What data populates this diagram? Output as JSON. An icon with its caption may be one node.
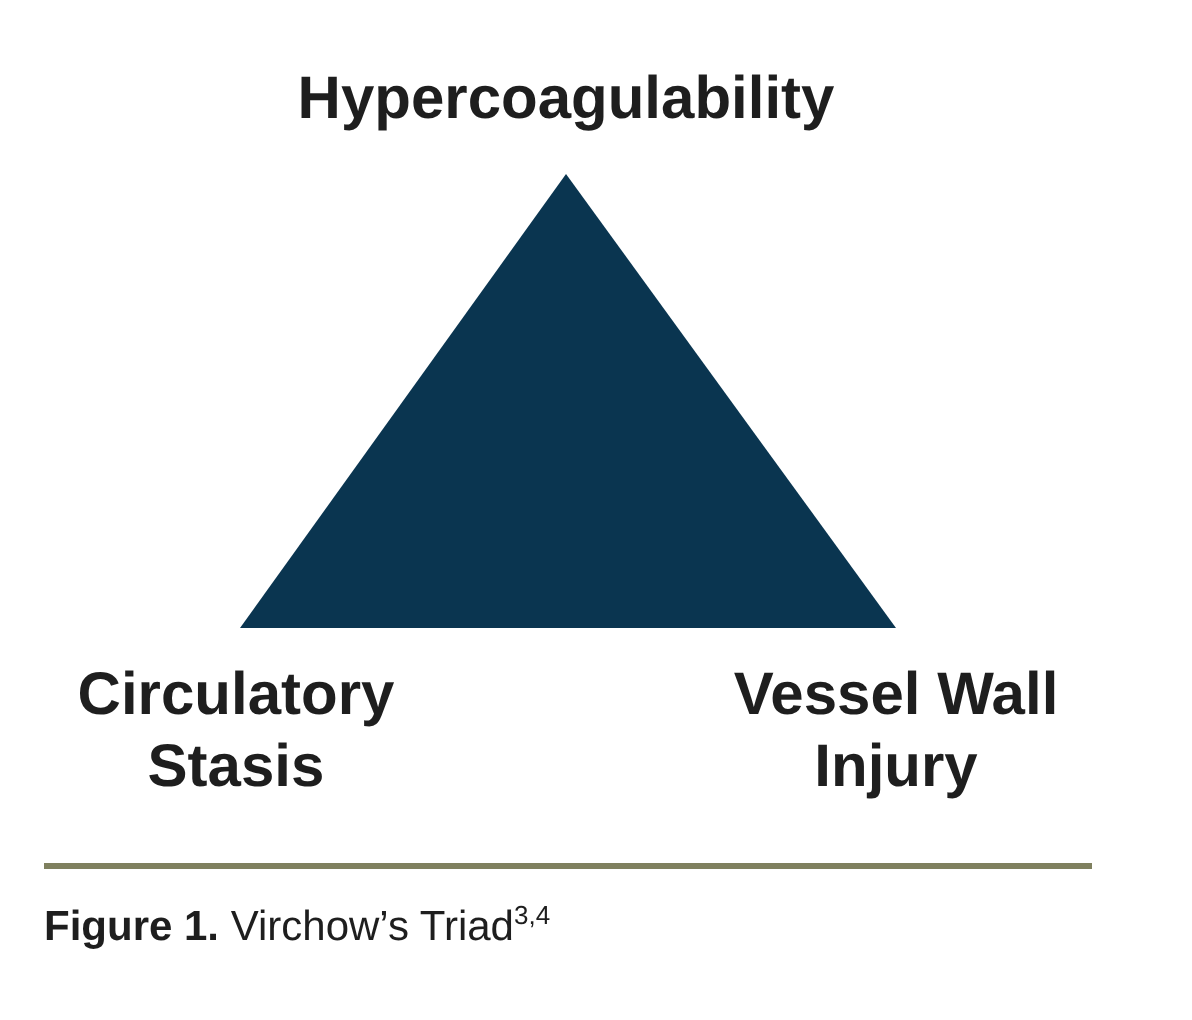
{
  "diagram": {
    "nodes": [
      {
        "text": [],
        "shape": "triangle"
      }
    ],
    "caption": "**Figure 1.** Virchow’s Triad$^{3,4}$",
    "labels": [
      "Hypercoagulability",
      "Circulatory Stasis",
      "Vessel Wall Injury"
    ]
  }
}
